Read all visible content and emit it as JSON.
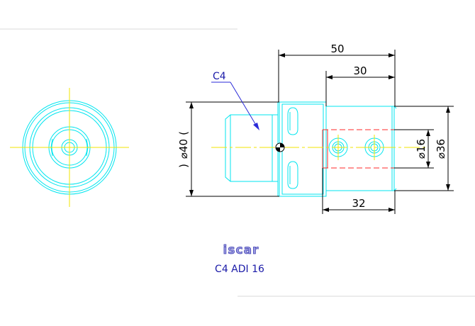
{
  "drawing": {
    "dimensions": {
      "overall_length": "50",
      "head_length": "30",
      "shank_length": "32",
      "outer_diameter": "⌀40",
      "head_diameter": "⌀36",
      "bore_diameter": "⌀16"
    },
    "callout": "C4",
    "brand_logo": "iscar",
    "part_number": "C4 ADI 16"
  },
  "colors": {
    "outline": "#00e5ef",
    "centerline": "#f2e600",
    "section": "#ff2a2a",
    "dimension": "#000000",
    "callout_arrow": "#2a2ad8",
    "caption": "#1a1aa8"
  }
}
